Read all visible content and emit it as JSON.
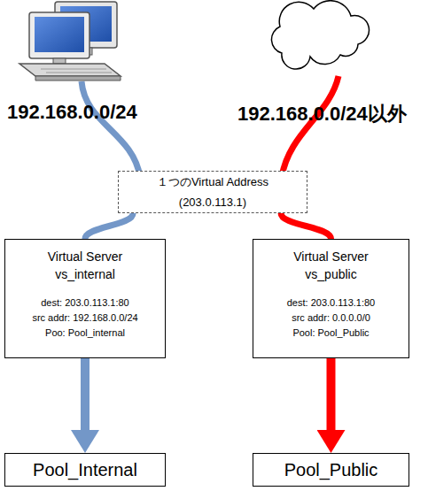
{
  "diagram": {
    "nodes": [
      {
        "text": [
          "１つのVirtual Address (203.0.113.1)"
        ]
      },
      {
        "text": [
          "Virtual Server vs_internal",
          "dest: 203.0.113.1:80",
          "src addr: 192.168.0.0/24",
          "Poo: Pool_internal"
        ]
      },
      {
        "text": [
          "Virtual Server vs_public",
          "dest: 203.0.113.1:80",
          "src addr: 0.0.0.0/0",
          "Pool: Pool_Public"
        ]
      },
      {
        "text": [
          "Pool_Internal"
        ]
      },
      {
        "text": [
          "Pool_Public"
        ]
      }
    ],
    "edges": [
      {
        "from": 0,
        "to": 1,
        "arrow": "none"
      },
      {
        "from": 0,
        "to": 2,
        "arrow": "none"
      },
      {
        "from": 1,
        "to": 3,
        "arrow": "to"
      },
      {
        "from": 2,
        "to": 4,
        "arrow": "to"
      }
    ],
    "labels": [
      "192.168.0.0/24",
      "192.168.0.0/24以外"
    ]
  }
}
